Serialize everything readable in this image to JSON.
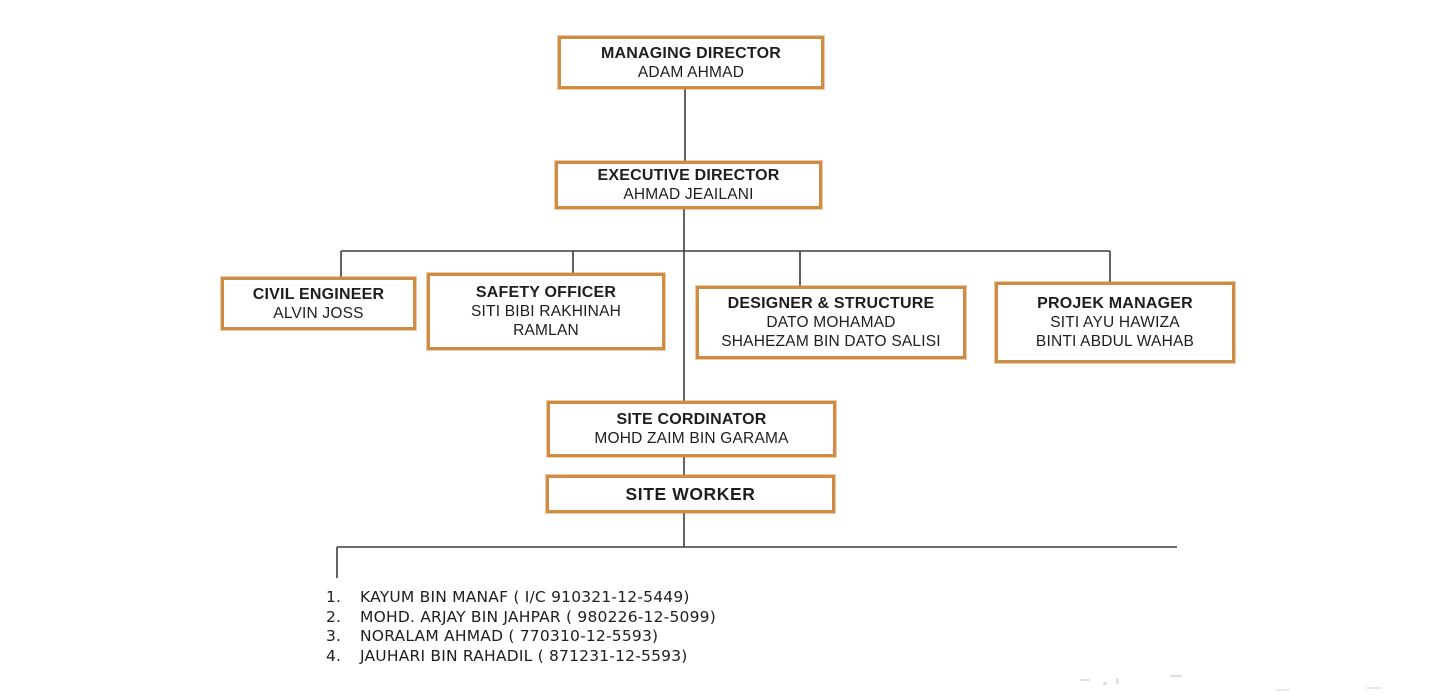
{
  "colors": {
    "box_border": "#cf8c42",
    "line": "#3d3d3d",
    "text": "#1e1e1e",
    "page_bg": "#ffffff"
  },
  "org_chart": {
    "nodes": [
      {
        "id": "managing-director",
        "title": "MANAGING DIRECTOR",
        "name": "ADAM AHMAD"
      },
      {
        "id": "executive-director",
        "title": "EXECUTIVE DIRECTOR",
        "name": "AHMAD JEAILANI"
      },
      {
        "id": "civil-engineer",
        "title": "CIVIL ENGINEER",
        "name": "ALVIN JOSS"
      },
      {
        "id": "safety-officer",
        "title": "SAFETY OFFICER",
        "name": "SITI BIBI RAKHINAH\nRAMLAN"
      },
      {
        "id": "designer-structure",
        "title": "DESIGNER & STRUCTURE",
        "name": "DATO MOHAMAD\nSHAHEZAM BIN DATO SALISI"
      },
      {
        "id": "projek-manager",
        "title": "PROJEK MANAGER",
        "name": "SITI AYU HAWIZA\nBINTI ABDUL WAHAB"
      },
      {
        "id": "site-cordinator",
        "title": "SITE CORDINATOR",
        "name": "MOHD ZAIM BIN GARAMA"
      },
      {
        "id": "site-worker",
        "title": "SITE WORKER",
        "name": ""
      }
    ],
    "site_workers_list": [
      {
        "no": "1.",
        "text": "KAYUM BIN MANAF ( I/C 910321-12-5449)"
      },
      {
        "no": "2.",
        "text": "MOHD. ARJAY BIN JAHPAR ( 980226-12-5099)"
      },
      {
        "no": "3.",
        "text": "NORALAM AHMAD ( 770310-12-5593)"
      },
      {
        "no": "4.",
        "text": "JAUHARI BIN RAHADIL ( 871231-12-5593)"
      }
    ]
  }
}
